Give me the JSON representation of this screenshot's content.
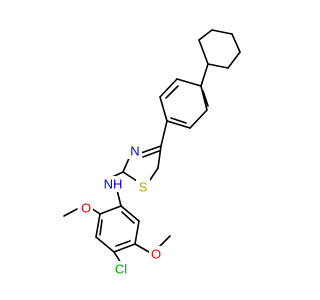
{
  "molecule": {
    "atoms": {
      "nitrogen_thiazole": {
        "symbol": "N",
        "color": "#0000ff"
      },
      "sulfur_thiazole": {
        "symbol": "S",
        "color": "#b8a400"
      },
      "amine": {
        "symbol": "NH",
        "color": "#0000ff"
      },
      "methoxy_oxygen_top": {
        "symbol": "O",
        "color": "#ff0000"
      },
      "methoxy_oxygen_right": {
        "symbol": "O",
        "color": "#ff0000"
      },
      "chlorine": {
        "symbol": "Cl",
        "color": "#00aa00"
      }
    }
  }
}
